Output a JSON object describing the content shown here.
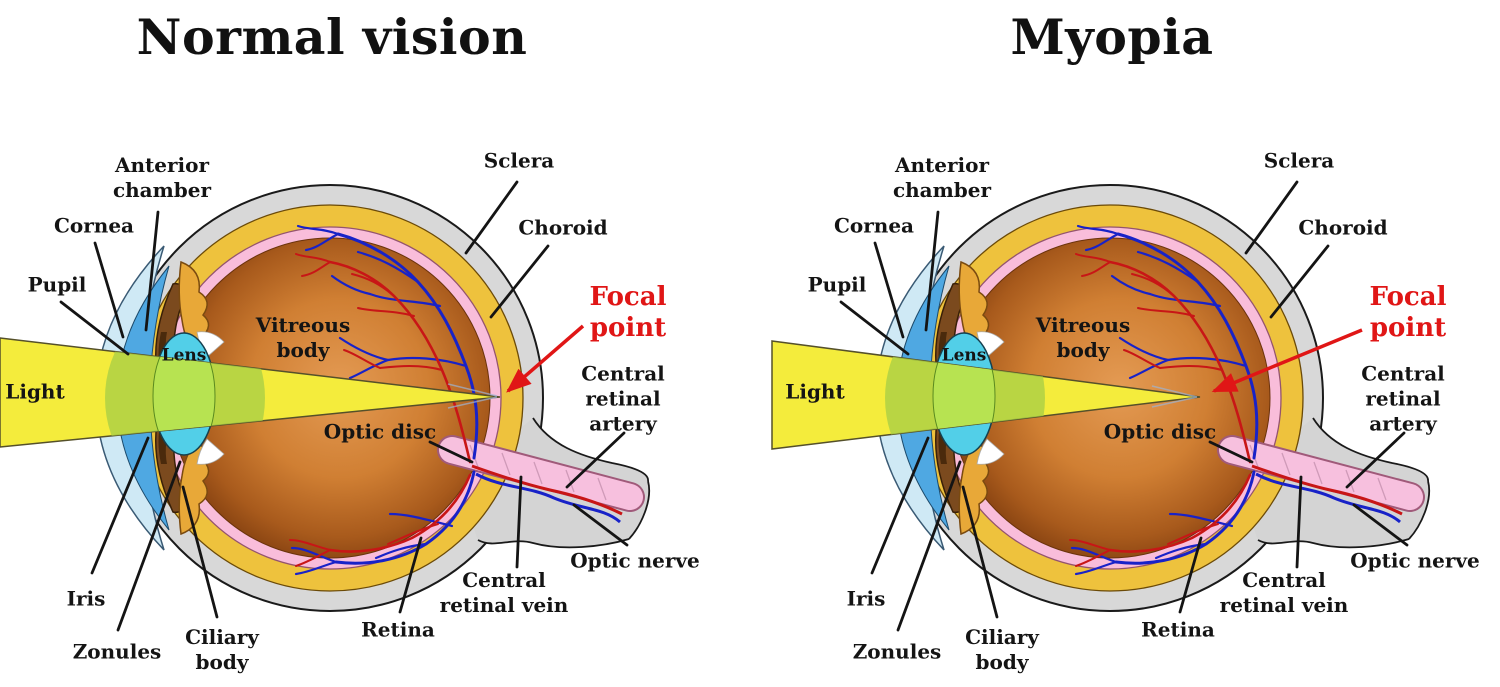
{
  "page": {
    "background": "#ffffff"
  },
  "panels": [
    {
      "title": "Normal vision"
    },
    {
      "title": "Myopia"
    }
  ],
  "eye_labels": {
    "light": "Light",
    "lens": "Lens",
    "cornea": "Cornea",
    "pupil": "Pupil",
    "anterior_chamber": "Anterior\nchamber",
    "iris": "Iris",
    "zonules": "Zonules",
    "ciliary_body": "Ciliary\nbody",
    "vitreous_body": "Vitreous\nbody",
    "sclera": "Sclera",
    "choroid": "Choroid",
    "retina": "Retina",
    "optic_disc": "Optic disc",
    "optic_nerve": "Optic nerve",
    "central_retinal_artery": "Central\nretinal artery",
    "central_retinal_vein": "Central\nretinal vein",
    "focal_point": "Focal\npoint"
  },
  "colors": {
    "background": "#ffffff",
    "title_text": "#111111",
    "label_text": "#141414",
    "focal_accent": "#e01616",
    "light_beam_yellow": "#f4ec3c",
    "sclera_gray": "#d8d8d8",
    "choroid_gold": "#eec23d",
    "retina_pink": "#f9bdda",
    "vitreous_orange": "#cc7a30",
    "lens_cyan": "#52cfe8",
    "cornea_blue": "#4fa8e2",
    "iris_brown": "#7b4a1e",
    "artery_red": "#c81616",
    "vein_blue": "#1822c8"
  }
}
